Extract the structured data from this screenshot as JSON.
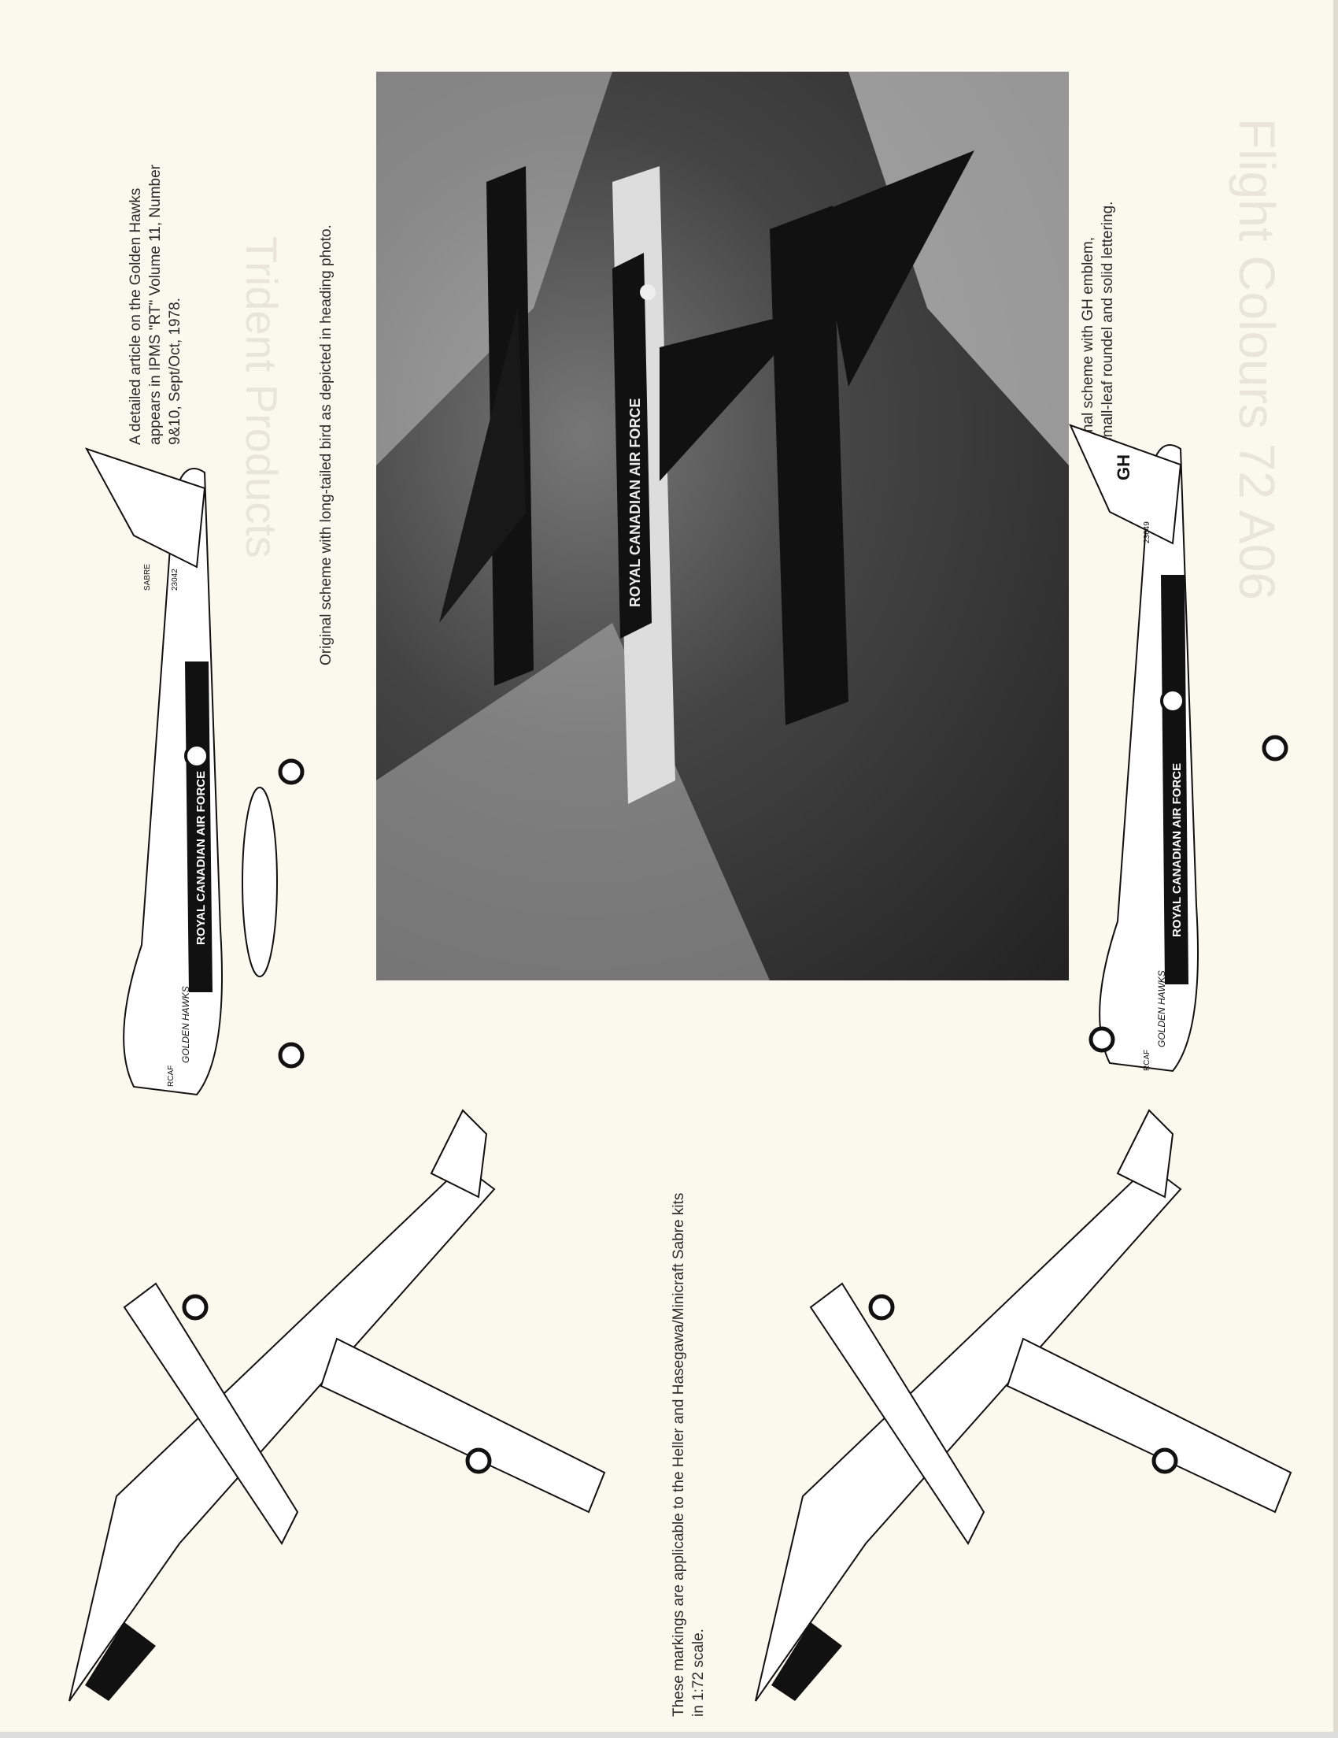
{
  "captions": {
    "article_note": [
      "A detailed article on the Golden Hawks",
      "appears in IPMS \"RT\" Volume 11, Number",
      "9&10, Sept/Oct, 1978."
    ],
    "original_scheme": "Original scheme with long-tailed bird as depicted in heading photo.",
    "final_scheme": [
      "Final scheme with GH emblem,",
      "small-leaf roundel and solid lettering."
    ],
    "applicability": [
      "These markings are applicable to the Heller and Hasegawa/Minicraft Sabre kits",
      "in 1:72 scale."
    ]
  },
  "aircraft_markings": {
    "fuselage_lettering": "ROYAL CANADIAN AIR FORCE",
    "nose_lettering": "GOLDEN HAWKS",
    "nose_code": "RCAF",
    "tail_type": "SABRE",
    "serial_original": "23042",
    "serial_final": "23649",
    "tail_emblem": "GH"
  },
  "bleed_through": {
    "title": "Flight Colours 72 A06",
    "publisher": "Trident Products"
  }
}
